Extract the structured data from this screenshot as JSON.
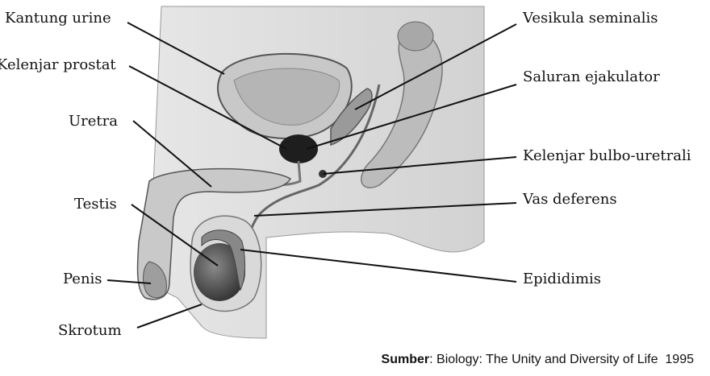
{
  "labels": {
    "kantung_urine": "Kantung urine",
    "kelenjar_prostat": "Kelenjar prostat",
    "uretra": "Uretra",
    "testis": "Testis",
    "penis": "Penis",
    "skrotum": "Skrotum",
    "vesikula_seminalis": "Vesikula seminalis",
    "saluran_ejakulator": "Saluran ejakulator",
    "kelenjar_bulbo_uretrali": "Kelenjar bulbo-uretrali",
    "vas_deferens": "Vas deferens",
    "epididimis": "Epididimis"
  },
  "caption": {
    "source_label": "Sumber",
    "source_text": ": Biology: The Unity and Diversity of Life",
    "year": "1995"
  }
}
